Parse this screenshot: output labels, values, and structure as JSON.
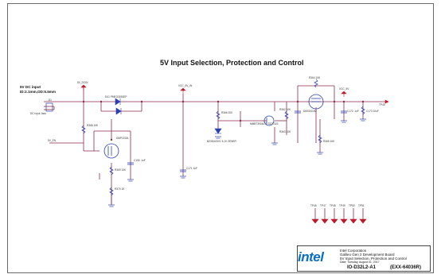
{
  "sheet": {
    "title": "5V Input Selection, Protection and Control"
  },
  "input": {
    "heading": "5V DC input",
    "spec": "ID:2.1mm,OD:5.5mm",
    "jack_ref": "J11",
    "jack_label": "DC input Jack"
  },
  "nets": {
    "net_5v_dcin": "5V_DCIN",
    "net_5v_in": "5V_IN",
    "net_vcc_5v_in": "VCC_5V_IN",
    "net_vcc_5v": "VCC_5V",
    "net_5v_en": "5V_EN"
  },
  "parts": {
    "d_schottky": "D41 PMEG3030EP",
    "d_zener": "BZX84C5V1 5.1V ZENER",
    "q_small": "MMBT3904LT1 SOT-323",
    "q_left_fet": "DMP2215L",
    "q_right_fet": "DMG3415U",
    "r_left_a": "R368 10K",
    "r_left_b": "R369 10K",
    "r_left_c": "R370 1K",
    "c_left": "C150 .1uF",
    "r_mid_a": "R366 200",
    "r_mid_b": "R362 10K",
    "r_mid_c": "R363 10K",
    "c_mid": "C171 1uF",
    "r_top": "R364 10K",
    "c_right": "C172 .1uF",
    "c_right2": "C173 10uF",
    "r_right_bottom": "R365 10K",
    "tp_right": "TP45",
    "tp_row": [
      "TP46",
      "TP47",
      "TP48",
      "TP49",
      "TP50",
      "TP51"
    ]
  },
  "titleblock": {
    "logo": "intel",
    "line1": "Intel Corporation",
    "line2": "Galileo Gen 2 Development Board",
    "line3": "5V Input Selection, Protection and Control",
    "date_label": "Date: Tuesday, August 01, 2017",
    "board": "IO-D32L2-A1",
    "doc": "(EXX-64036R)"
  },
  "colors": {
    "wire": "#8c2a4a",
    "component": "#2a3fb0",
    "power": "#c0182b"
  }
}
